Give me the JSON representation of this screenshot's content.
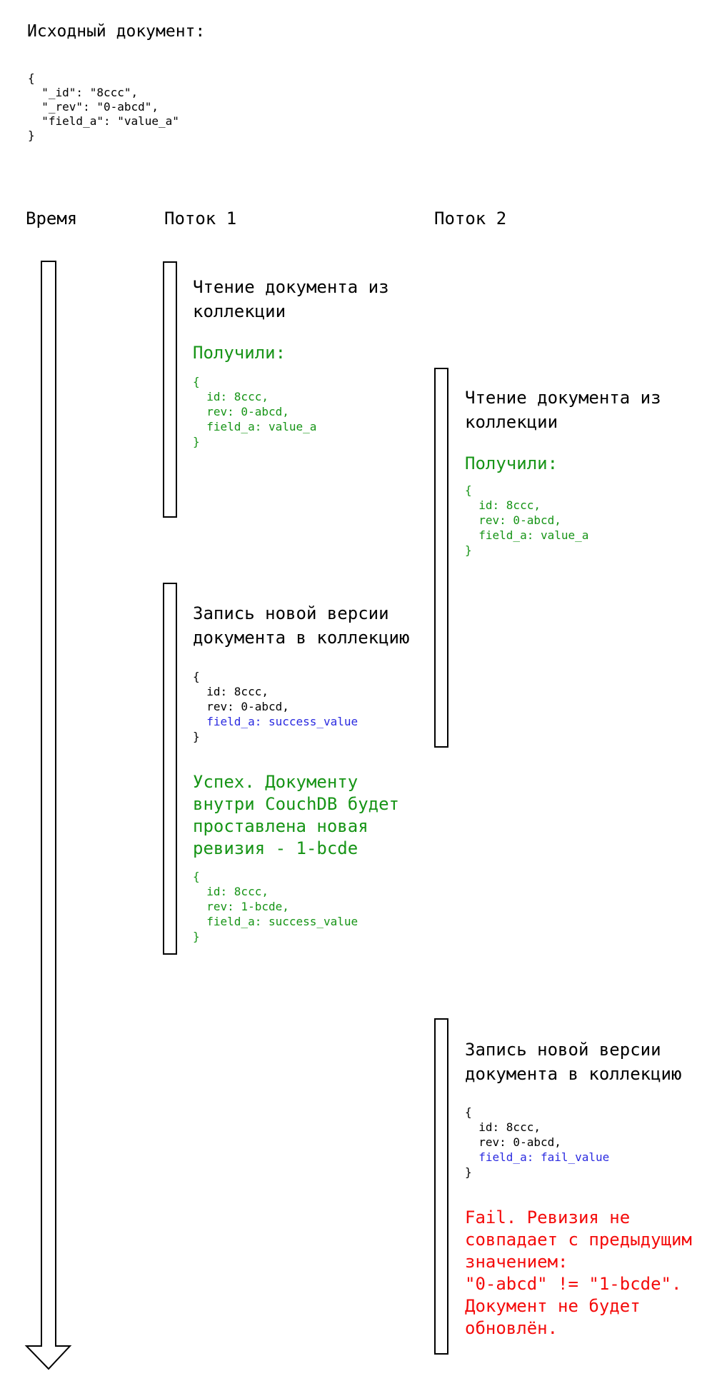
{
  "source": {
    "heading": "Исходный документ:",
    "code": "{\n  \"_id\": \"8ccc\",\n  \"_rev\": \"0-abcd\",\n  \"field_a\": \"value_a\"\n}"
  },
  "timeline": {
    "time_label": "Время",
    "thread1_label": "Поток 1",
    "thread2_label": "Поток 2"
  },
  "thread1": {
    "read": {
      "action": "Чтение документа из\nколлекции",
      "result_label": "Получили:",
      "code": "{\n  id: 8ccc,\n  rev: 0-abcd,\n  field_a: value_a\n}"
    },
    "write": {
      "action": "Запись новой версии\nдокумента в коллекцию",
      "code_head": "{\n  id: 8ccc,\n  rev: 0-abcd,",
      "code_field": "  field_a: success_value",
      "code_tail": "}",
      "result_text": "Успех. Документу\nвнутри CouchDB будет\nпроставлена новая\nревизия - 1-bcde",
      "result_code": "{\n  id: 8ccc,\n  rev: 1-bcde,\n  field_a: success_value\n}"
    }
  },
  "thread2": {
    "read": {
      "action": "Чтение документа из\nколлекции",
      "result_label": "Получили:",
      "code": "{\n  id: 8ccc,\n  rev: 0-abcd,\n  field_a: value_a\n}"
    },
    "write": {
      "action": "Запись новой версии\nдокумента в коллекцию",
      "code_head": "{\n  id: 8ccc,\n  rev: 0-abcd,",
      "code_field": "  field_a: fail_value",
      "code_tail": "}",
      "result_text": "Fail. Ревизия не\nсовпадает с предыдущим\nзначением:\n\"0-abcd\" != \"1-bcde\".\nДокумент не будет\nобновлён."
    }
  },
  "colors": {
    "success_green": "#169416",
    "fail_red": "#f40b0b",
    "value_blue": "#2a2ae0",
    "text_black": "#000000"
  }
}
